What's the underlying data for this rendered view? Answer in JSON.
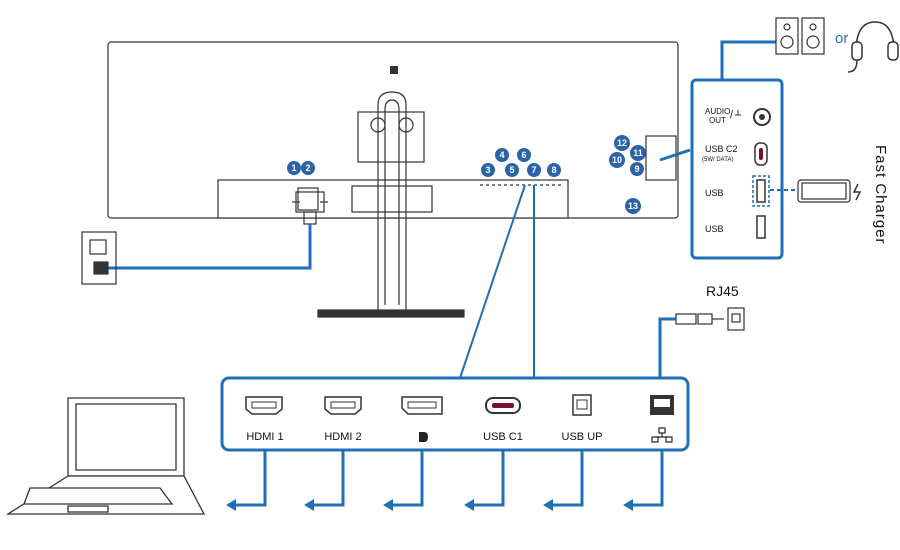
{
  "rear_panel_ports": [
    {
      "label": "HDMI 1",
      "icon": "hdmi-port-icon"
    },
    {
      "label": "HDMI 2",
      "icon": "hdmi-port-icon"
    },
    {
      "label": "",
      "icon": "displayport-icon"
    },
    {
      "label": "USB C1",
      "icon": "usb-c-port-icon"
    },
    {
      "label": "USB UP",
      "icon": "usb-b-port-icon"
    },
    {
      "label": "",
      "icon": "ethernet-network-icon"
    }
  ],
  "side_panel": {
    "audio_line1": "AUDIO",
    "audio_line2": "OUT",
    "usbc2": "USB C2",
    "usbc2_sub": "(5W/ DATA)",
    "usb_a": "USB",
    "usb_b": "USB"
  },
  "callout_numbers": [
    "1",
    "2",
    "3",
    "4",
    "5",
    "6",
    "7",
    "8",
    "9",
    "10",
    "11",
    "12",
    "13"
  ],
  "rj45_label": "RJ45",
  "or_label": "or",
  "fast_charger_label": "Fast Charger",
  "colors": {
    "accent_blue": "#1f6fb8",
    "callout_blue": "#2a63a8",
    "line_gray": "#333333"
  }
}
